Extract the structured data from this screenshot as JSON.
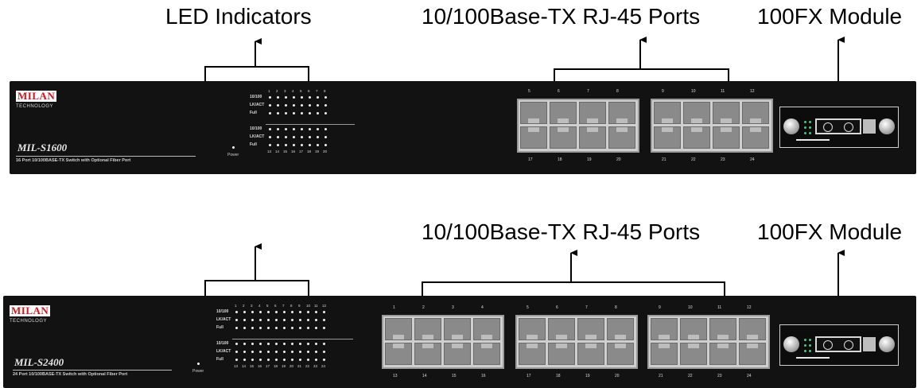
{
  "callouts": {
    "led_indicators": "LED Indicators",
    "rj45_top": "10/100Base-TX RJ-45 Ports",
    "fx_top": "100FX Module",
    "rj45_bottom": "10/100Base-TX RJ-45 Ports",
    "fx_bottom": "100FX Module"
  },
  "devices": [
    {
      "brand": "MILAN",
      "brand_sub": "TECHNOLOGY",
      "model": "MIL-S1600",
      "description": "16 Port 10/100BASE-TX Switch with Optional Fiber Port",
      "power_label": "Power",
      "led_row_labels": [
        "10/100",
        "LK/ACT",
        "Full",
        "10/100",
        "LK/ACT",
        "Full"
      ],
      "led_top_numbers": [
        "1",
        "2",
        "3",
        "4",
        "5",
        "6",
        "7",
        "8"
      ],
      "led_bottom_numbers": [
        "13",
        "14",
        "15",
        "16",
        "17",
        "18",
        "19",
        "20"
      ],
      "port_top_numbers": [
        "5",
        "6",
        "7",
        "8",
        "9",
        "10",
        "11",
        "12"
      ],
      "port_bottom_numbers": [
        "17",
        "18",
        "19",
        "20",
        "21",
        "22",
        "23",
        "24"
      ]
    },
    {
      "brand": "MILAN",
      "brand_sub": "TECHNOLOGY",
      "model": "MIL-S2400",
      "description": "24 Port 10/100BASE-TX Switch with Optional Fiber Port",
      "power_label": "Power",
      "led_row_labels": [
        "10/100",
        "LK/ACT",
        "Full",
        "10/100",
        "LK/ACT",
        "Full"
      ],
      "led_top_numbers": [
        "1",
        "2",
        "3",
        "4",
        "5",
        "6",
        "7",
        "8",
        "9",
        "10",
        "11",
        "12"
      ],
      "led_bottom_numbers": [
        "13",
        "14",
        "15",
        "16",
        "17",
        "18",
        "19",
        "20",
        "21",
        "22",
        "23",
        "24"
      ],
      "port_top_numbers": [
        "1",
        "2",
        "3",
        "4",
        "5",
        "6",
        "7",
        "8",
        "9",
        "10",
        "11",
        "12"
      ],
      "port_bottom_numbers": [
        "13",
        "14",
        "15",
        "16",
        "17",
        "18",
        "19",
        "20",
        "21",
        "22",
        "23",
        "24"
      ]
    }
  ],
  "colors": {
    "panel": "#121212",
    "brand_red": "#d2141e",
    "port_gray": "#8a8a8a",
    "fx_led_green": "#3cd07a"
  }
}
